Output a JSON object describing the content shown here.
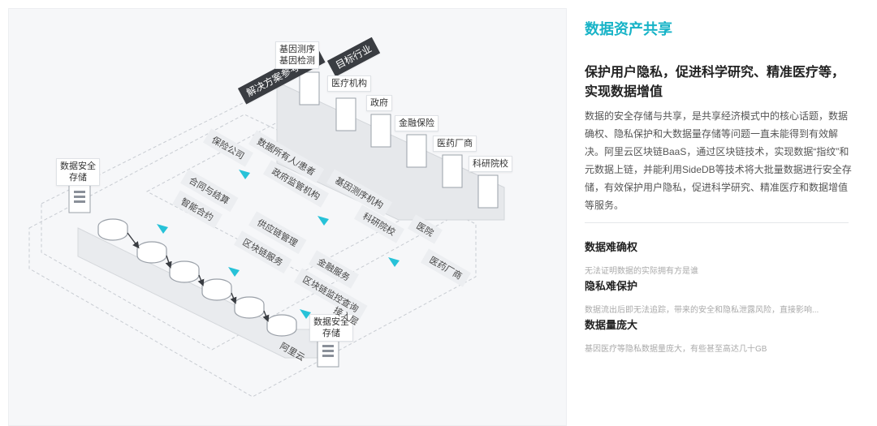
{
  "diagram": {
    "storage_left": "数据安全\n存储",
    "storage_bottom": "数据安全\n存储",
    "solution_label": "解决方案参考架构",
    "target_label": "目标行业",
    "industries": [
      "基因测序\n基因检测",
      "医疗机构",
      "政府",
      "金融保险",
      "医药厂商",
      "科研院校"
    ],
    "upper_row": [
      "保险公司",
      "数据所有人/患者",
      "政府监管机构",
      "基因测序机构",
      "科研院校",
      "医院",
      "医药厂商"
    ],
    "middle_row": [
      "合同与结算",
      "智能合约",
      "供应链管理",
      "区块链服务",
      "金融服务",
      "区块链监控查询"
    ],
    "bottom_labels": [
      "接入层",
      "阿里云"
    ]
  },
  "info": {
    "section_title": "数据资产共享",
    "headline": "保护用户隐私，促进科学研究、精准医疗等，实现数据增值",
    "body": "数据的安全存储与共享，是共享经济模式中的核心话题，数据确权、隐私保护和大数据量存储等问题一直未能得到有效解决。阿里云区块链BaaS，通过区块链技术，实现数据“指纹”和元数据上链，并能利用SideDB等技术将大批量数据进行安全存储，有效保护用户隐私，促进科学研究、精准医疗和数据增值等服务。",
    "points": [
      {
        "title": "数据难确权",
        "desc": "无法证明数据的实际拥有方是谁"
      },
      {
        "title": "隐私难保护",
        "desc": "数据流出后即无法追踪，带来的安全和隐私泄露风险，直接影响..."
      },
      {
        "title": "数据量庞大",
        "desc": "基因医疗等隐私数据量庞大，有些甚至高达几十GB"
      }
    ]
  },
  "colors": {
    "accent": "#17b3c7",
    "arrow": "#27c2d8"
  }
}
